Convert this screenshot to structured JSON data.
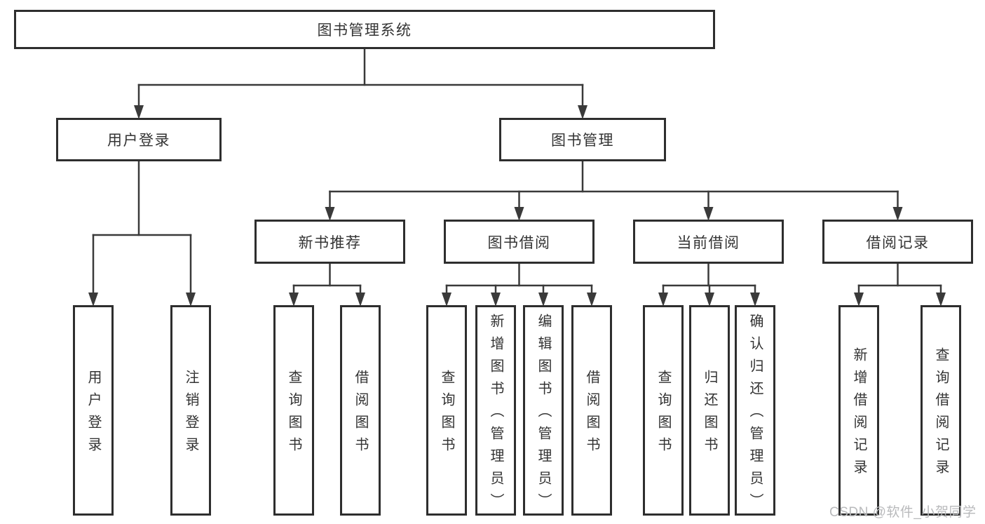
{
  "colors": {
    "background": "#ffffff",
    "box_fill": "#ffffff",
    "box_border": "#2e2e2e",
    "connector": "#3a3a3a",
    "text": "#333333",
    "watermark": "#b9babc"
  },
  "watermark": {
    "text": "CSDN @软件_小贺同学"
  },
  "diagram": {
    "root": {
      "id": "root",
      "label": "图书管理系统",
      "children": [
        {
          "id": "user_login",
          "label": "用户登录",
          "children": [
            {
              "id": "leaf_user_login",
              "label": "用户登录"
            },
            {
              "id": "leaf_logout",
              "label": "注销登录"
            }
          ]
        },
        {
          "id": "book_mgmt",
          "label": "图书管理",
          "children": [
            {
              "id": "new_books",
              "label": "新书推荐",
              "children": [
                {
                  "id": "nb_query",
                  "label": "查询图书"
                },
                {
                  "id": "nb_borrow",
                  "label": "借阅图书"
                }
              ]
            },
            {
              "id": "borrowing",
              "label": "图书借阅",
              "children": [
                {
                  "id": "bb_query",
                  "label": "查询图书"
                },
                {
                  "id": "bb_add",
                  "label": "新增图书（管理员）"
                },
                {
                  "id": "bb_edit",
                  "label": "编辑图书（管理员）"
                },
                {
                  "id": "bb_borrow",
                  "label": "借阅图书"
                }
              ]
            },
            {
              "id": "current",
              "label": "当前借阅",
              "children": [
                {
                  "id": "cb_query",
                  "label": "查询图书"
                },
                {
                  "id": "cb_return",
                  "label": "归还图书"
                },
                {
                  "id": "cb_confirm",
                  "label": "确认归还（管理员）"
                }
              ]
            },
            {
              "id": "records",
              "label": "借阅记录",
              "children": [
                {
                  "id": "br_add",
                  "label": "新增借阅记录"
                },
                {
                  "id": "br_query",
                  "label": "查询借阅记录"
                }
              ]
            }
          ]
        }
      ]
    }
  }
}
